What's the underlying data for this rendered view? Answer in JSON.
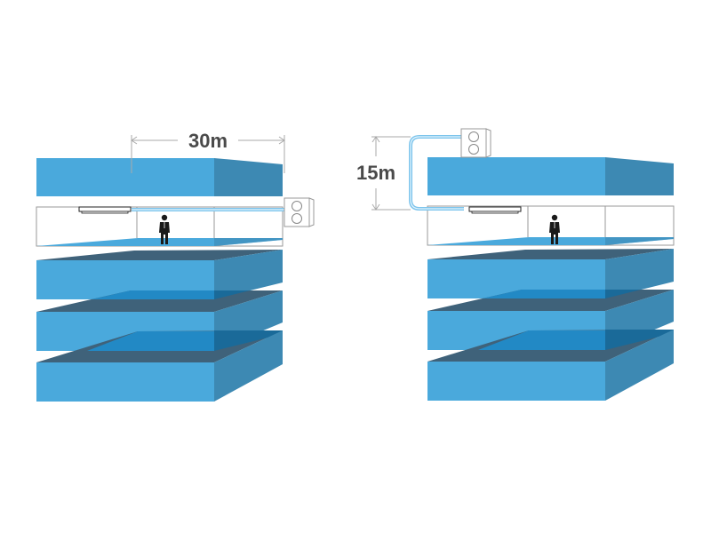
{
  "left_diagram": {
    "dimension_label": "30m",
    "orientation": "horizontal"
  },
  "right_diagram": {
    "dimension_label": "15m",
    "orientation": "vertical"
  },
  "colors": {
    "slab_front": "#4aa9dc",
    "slab_side": "#3d89b3",
    "slab_top": "#3f627a",
    "slab_overlap": "#2289c5",
    "pipe": "#7cc4ec",
    "dimension_line": "#aaaaaa",
    "label": "#4a4a4a"
  }
}
